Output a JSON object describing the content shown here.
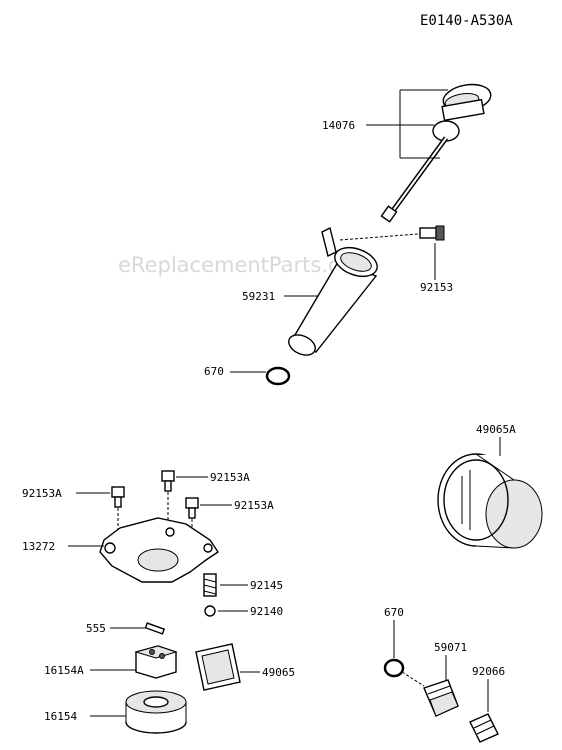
{
  "diagram_code": "E0140-A530A",
  "watermark": "eReplacementParts.com",
  "callouts": {
    "c14076": "14076",
    "c92153_top": "92153",
    "c59231": "59231",
    "c670_top": "670",
    "c49065A": "49065A",
    "c92153A_left": "92153A",
    "c92153A_mid": "92153A",
    "c92153A_right": "92153A",
    "c13272": "13272",
    "c92145": "92145",
    "c92140": "92140",
    "c555": "555",
    "c16154A": "16154A",
    "c49065": "49065",
    "c16154": "16154",
    "c670_bottom": "670",
    "c59071": "59071",
    "c92066": "92066"
  }
}
